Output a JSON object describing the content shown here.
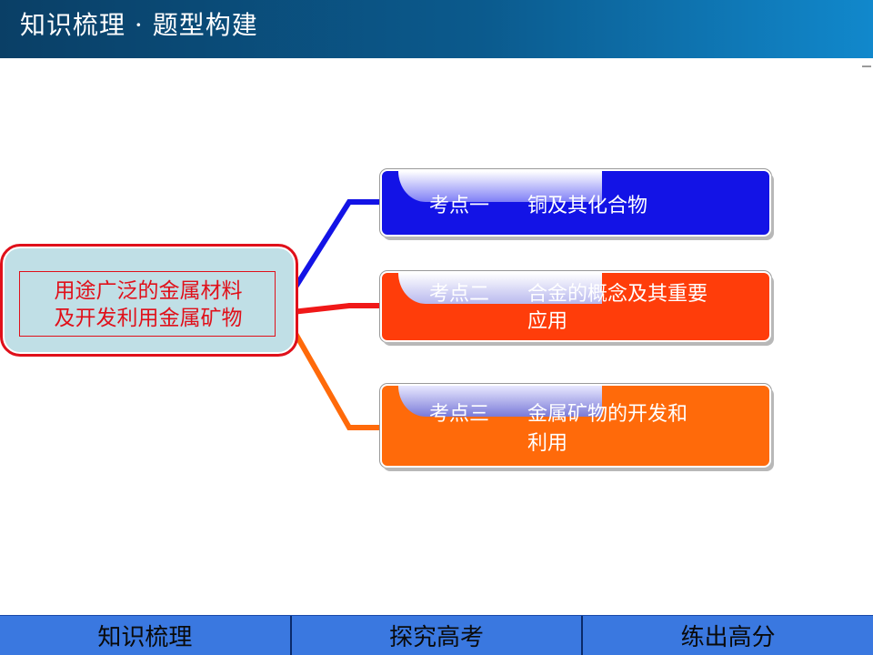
{
  "header": {
    "title": "知识梳理 · 题型构建"
  },
  "root": {
    "lines": [
      "用途广泛的金属材料",
      "及开发利用金属矿物"
    ]
  },
  "nodes": [
    {
      "label": "考点一",
      "text_lines": [
        "铜及其化合物"
      ],
      "color": "#1313e6"
    },
    {
      "label": "考点二",
      "text_lines": [
        "合金的概念及其重要",
        "应用"
      ],
      "color": "#ff3d0a"
    },
    {
      "label": "考点三",
      "text_lines": [
        "金属矿物的开发和",
        "利用"
      ],
      "color": "#ff6a0a"
    }
  ],
  "footer": {
    "tabs": [
      "知识梳理",
      "探究高考",
      "练出高分"
    ]
  }
}
